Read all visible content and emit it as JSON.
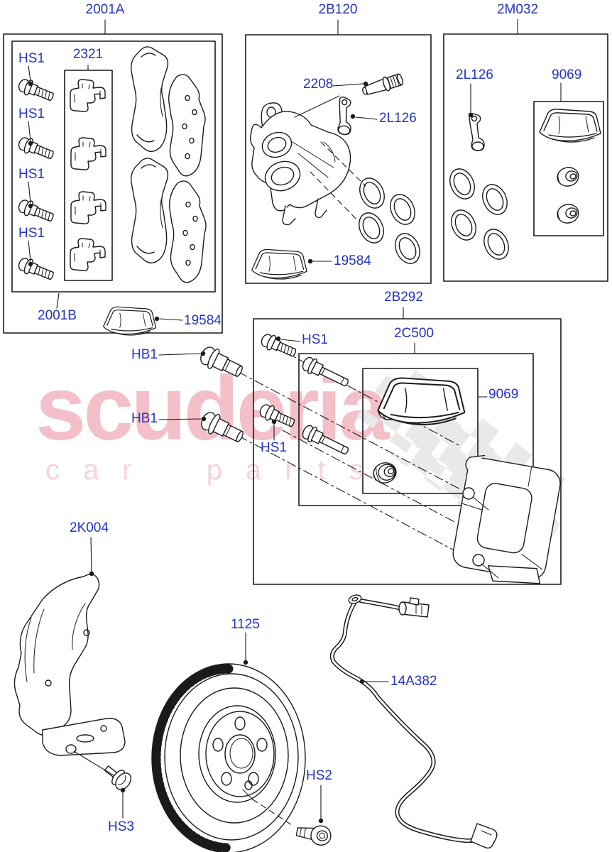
{
  "watermark": {
    "brand": "scuderia",
    "tagline": "car parts"
  },
  "colors": {
    "label_blue": "#2433c4",
    "line_black": "#1a1a1a",
    "watermark_pink": "#f3bfc9",
    "flag_gray": "#e9e9e9"
  },
  "callouts": [
    {
      "part": "front-brake-pad-kit-box",
      "text": "2001A"
    },
    {
      "part": "pad-retaining-bolt",
      "text": "HS1"
    },
    {
      "part": "pad-clip-kit-box",
      "text": "2321"
    },
    {
      "part": "pad-retaining-bolt",
      "text": "HS1"
    },
    {
      "part": "pad-retaining-bolt",
      "text": "HS1"
    },
    {
      "part": "pad-retaining-bolt",
      "text": "HS1"
    },
    {
      "part": "front-brake-pad-kit-alt",
      "text": "2001B"
    },
    {
      "part": "grease-sachet",
      "text": "19584"
    },
    {
      "part": "brake-caliper-box",
      "text": "2B120"
    },
    {
      "part": "bleed-screw",
      "text": "2208"
    },
    {
      "part": "cap-pin",
      "text": "2L126"
    },
    {
      "part": "caliper-repair-kit-box",
      "text": "2M032"
    },
    {
      "part": "cap-pin",
      "text": "2L126"
    },
    {
      "part": "grease-sachet-kit-box",
      "text": "9069"
    },
    {
      "part": "caliper-mounting-kit-box",
      "text": "2B292"
    },
    {
      "part": "guide-pin-kit-box",
      "text": "2C500"
    },
    {
      "part": "guide-pin-bolt",
      "text": "HS1"
    },
    {
      "part": "caliper-anchor-bolt",
      "text": "HB1"
    },
    {
      "part": "caliper-anchor-bolt",
      "text": "HB1"
    },
    {
      "part": "guide-pin-bolt",
      "text": "HS1"
    },
    {
      "part": "grease-sachet-kit-box",
      "text": "9069"
    },
    {
      "part": "grease-sachet",
      "text": "19584"
    },
    {
      "part": "brake-dust-shield",
      "text": "2K004"
    },
    {
      "part": "brake-disc",
      "text": "1125"
    },
    {
      "part": "brake-pad-wear-sensor",
      "text": "14A382"
    },
    {
      "part": "disc-retaining-screw",
      "text": "HS2"
    },
    {
      "part": "shield-bolt",
      "text": "HS3"
    }
  ]
}
